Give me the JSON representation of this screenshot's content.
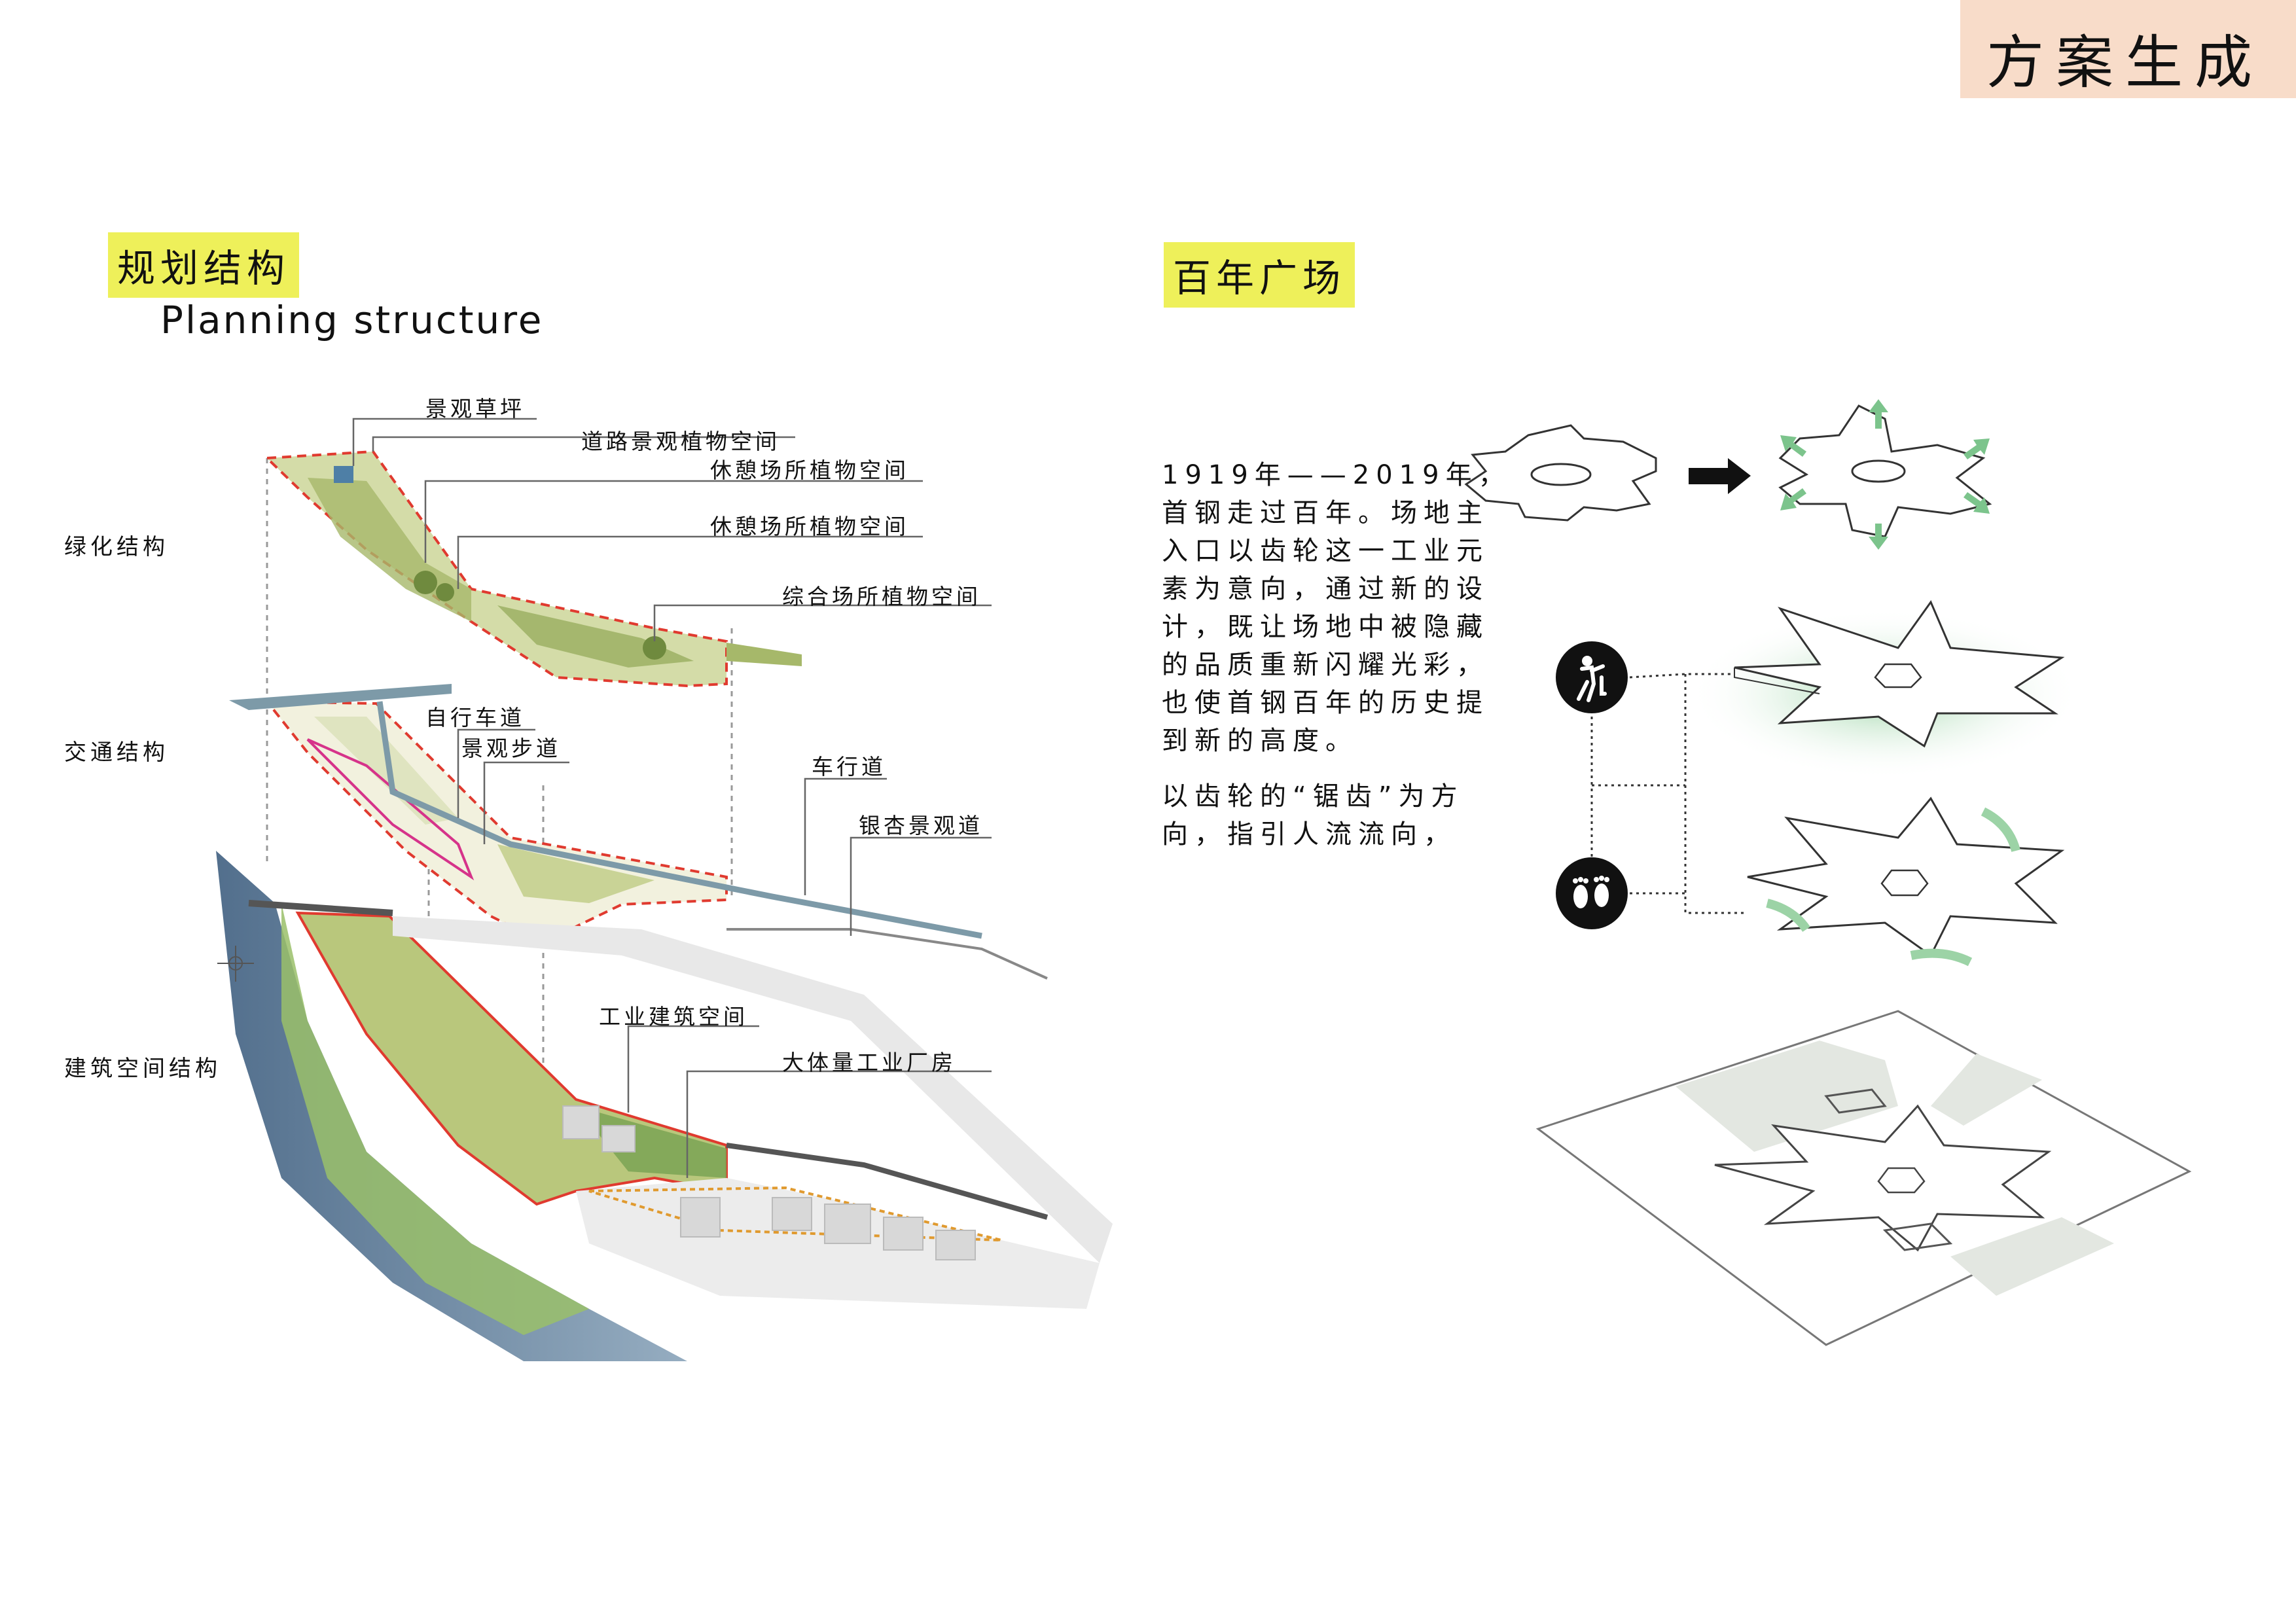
{
  "page_title": "方案生成",
  "left": {
    "heading_cn": "规划结构",
    "heading_en": "Planning structure",
    "sections": {
      "green": "绿化结构",
      "traffic": "交通结构",
      "building": "建筑空间结构"
    },
    "callouts": {
      "lawn": "景观草坪",
      "road_plant": "道路景观植物空间",
      "rest1": "休憩场所植物空间",
      "rest2": "休憩场所植物空间",
      "complex": "综合场所植物空间",
      "bike": "自行车道",
      "walk": "景观步道",
      "car": "车行道",
      "ginkgo": "银杏景观道",
      "industrial_space": "工业建筑空间",
      "factory": "大体量工业厂房"
    }
  },
  "right": {
    "heading": "百年广场",
    "paragraph1": [
      "1919年——2019年，",
      "首钢走过百年。场地主",
      "入口以齿轮这一工业元",
      "素为意向，通过新的设",
      "计，既让场地中被隐藏",
      "的品质重新闪耀光彩，",
      "也使首钢百年的历史提",
      "到新的高度。"
    ],
    "paragraph2": [
      "以齿轮的“锯齿”为方",
      "向，指引人流流向，"
    ],
    "icons": [
      "activity-icon",
      "footprints-icon"
    ]
  },
  "colors": {
    "title_bg": "#f8dcc9",
    "highlight": "#eef05a",
    "green": "#a6b86a",
    "red_dash": "#e03a2f",
    "blue_road": "#7d9aa8",
    "water": "#5c7c9a",
    "mint": "#9cd3a6"
  }
}
